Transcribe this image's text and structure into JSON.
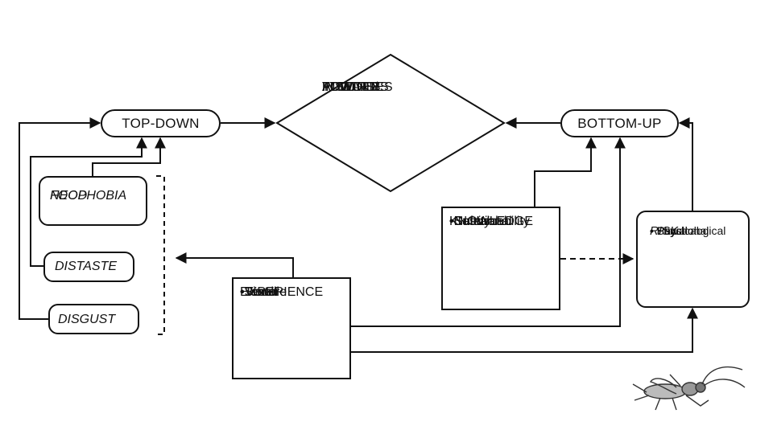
{
  "center": {
    "lines": [
      "ATTITUDES",
      "TOWARD",
      "INSECT'S",
      "FLOURS/",
      "POWDERS"
    ]
  },
  "top_down": {
    "label": "TOP-DOWN"
  },
  "bottom_up": {
    "label": "BOTTOM-UP"
  },
  "food_neophobia": {
    "lines": [
      "FOOD",
      "NEOPHOBIA"
    ]
  },
  "distaste": {
    "label": "DISTASTE"
  },
  "disgust": {
    "label": "DISGUST"
  },
  "experience": {
    "title": "EXPERIENCE",
    "items": [
      "•Visual",
      "•Taste",
      "•Texture",
      "•Smell"
    ]
  },
  "knowledge": {
    "title": "KNOWLEDGE",
    "items": [
      "•Sustainability",
      "•Cultural",
      "•Nutritional",
      "•Safety"
    ]
  },
  "risk": {
    "title": "RISK",
    "items": [
      "• Functional",
      "• Social",
      "• Physical",
      "• Psychological"
    ]
  },
  "illustration": {
    "icon": "cricket-icon"
  },
  "colors": {
    "stroke": "#111111",
    "background": "#ffffff"
  }
}
